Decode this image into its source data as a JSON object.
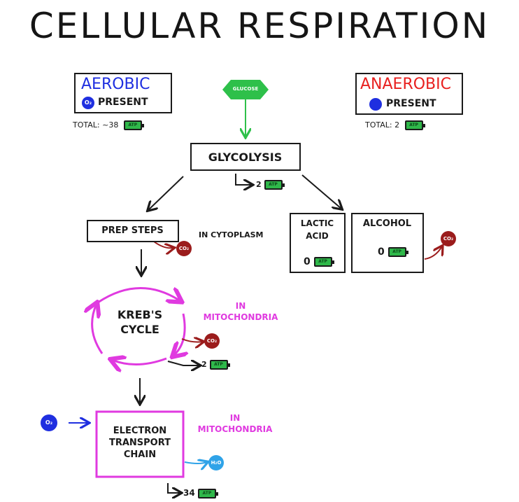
{
  "title": "CELLULAR RESPIRATION",
  "aerobic": {
    "label": "AEROBIC",
    "o2_symbol": "O₂",
    "present": "PRESENT",
    "total_label": "TOTAL: ~38",
    "label_color": "#1f2fe0"
  },
  "anaerobic": {
    "label": "ANAEROBIC",
    "present": "PRESENT",
    "total_label": "TOTAL: 2",
    "label_color": "#e8201f"
  },
  "glucose": {
    "label": "GLUCOSE",
    "color": "#2ec04a"
  },
  "glycolysis": {
    "label": "GLYCOLYSIS",
    "atp_yield": "2"
  },
  "prep_steps": {
    "label": "PREP STEPS",
    "byproduct": "CO₂"
  },
  "in_cytoplasm": "IN CYTOPLASM",
  "lactic_acid": {
    "label_line1": "LACTIC",
    "label_line2": "ACID",
    "atp_yield": "0"
  },
  "alcohol": {
    "label": "ALCOHOL",
    "atp_yield": "0",
    "byproduct": "CO₂"
  },
  "krebs": {
    "label_line1": "KREB'S",
    "label_line2": "CYCLE",
    "location_line1": "IN",
    "location_line2": "MITOCHONDRIA",
    "byproduct": "CO₂",
    "atp_yield": "2",
    "cycle_color": "#e03ae0"
  },
  "etc": {
    "label_line1": "ELECTRON",
    "label_line2": "TRANSPORT",
    "label_line3": "CHAIN",
    "location_line1": "IN",
    "location_line2": "MITOCHONDRIA",
    "input": "O₂",
    "byproduct": "H₂O",
    "atp_yield": "34",
    "box_color": "#e03ae0"
  },
  "atp_label": "ATP",
  "colors": {
    "co2": "#9b1c1c",
    "o2": "#1f2fe0",
    "h2o": "#2fa3e8",
    "mito_text": "#e03ae0",
    "atp_battery": "#2fb84a"
  }
}
